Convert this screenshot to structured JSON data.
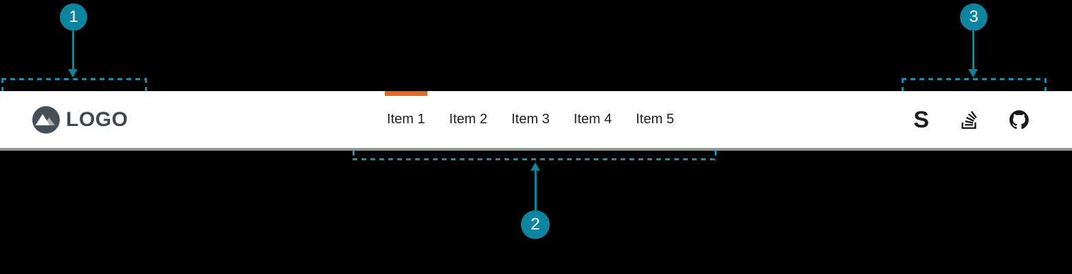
{
  "page": {
    "background_color": "#000000"
  },
  "navbar": {
    "background_color": "#ffffff",
    "bottom_border_color": "#919496",
    "logo": {
      "label": "LOGO",
      "icon": "mountain-in-circle",
      "circle_color": "#454f59",
      "text_color": "#3e4853"
    },
    "menu": {
      "text_color": "#212121",
      "active_indicator_color": "#e2691d",
      "items": [
        {
          "label": "Item 1",
          "active": true
        },
        {
          "label": "Item 2",
          "active": false
        },
        {
          "label": "Item 3",
          "active": false
        },
        {
          "label": "Item 4",
          "active": false
        },
        {
          "label": "Item 5",
          "active": false
        }
      ]
    },
    "social": {
      "icon_color": "#17191d",
      "icons": [
        {
          "name": "stack-exchange-s-icon",
          "glyph": "S"
        },
        {
          "name": "stack-overflow-icon"
        },
        {
          "name": "github-icon"
        }
      ]
    }
  },
  "annotations": {
    "accent_color": "#0e85a0",
    "dash_color": "#1b8ea8",
    "callouts": [
      {
        "number": "1",
        "points_to": "logo-region"
      },
      {
        "number": "2",
        "points_to": "menu-region"
      },
      {
        "number": "3",
        "points_to": "social-icons-region"
      }
    ]
  }
}
